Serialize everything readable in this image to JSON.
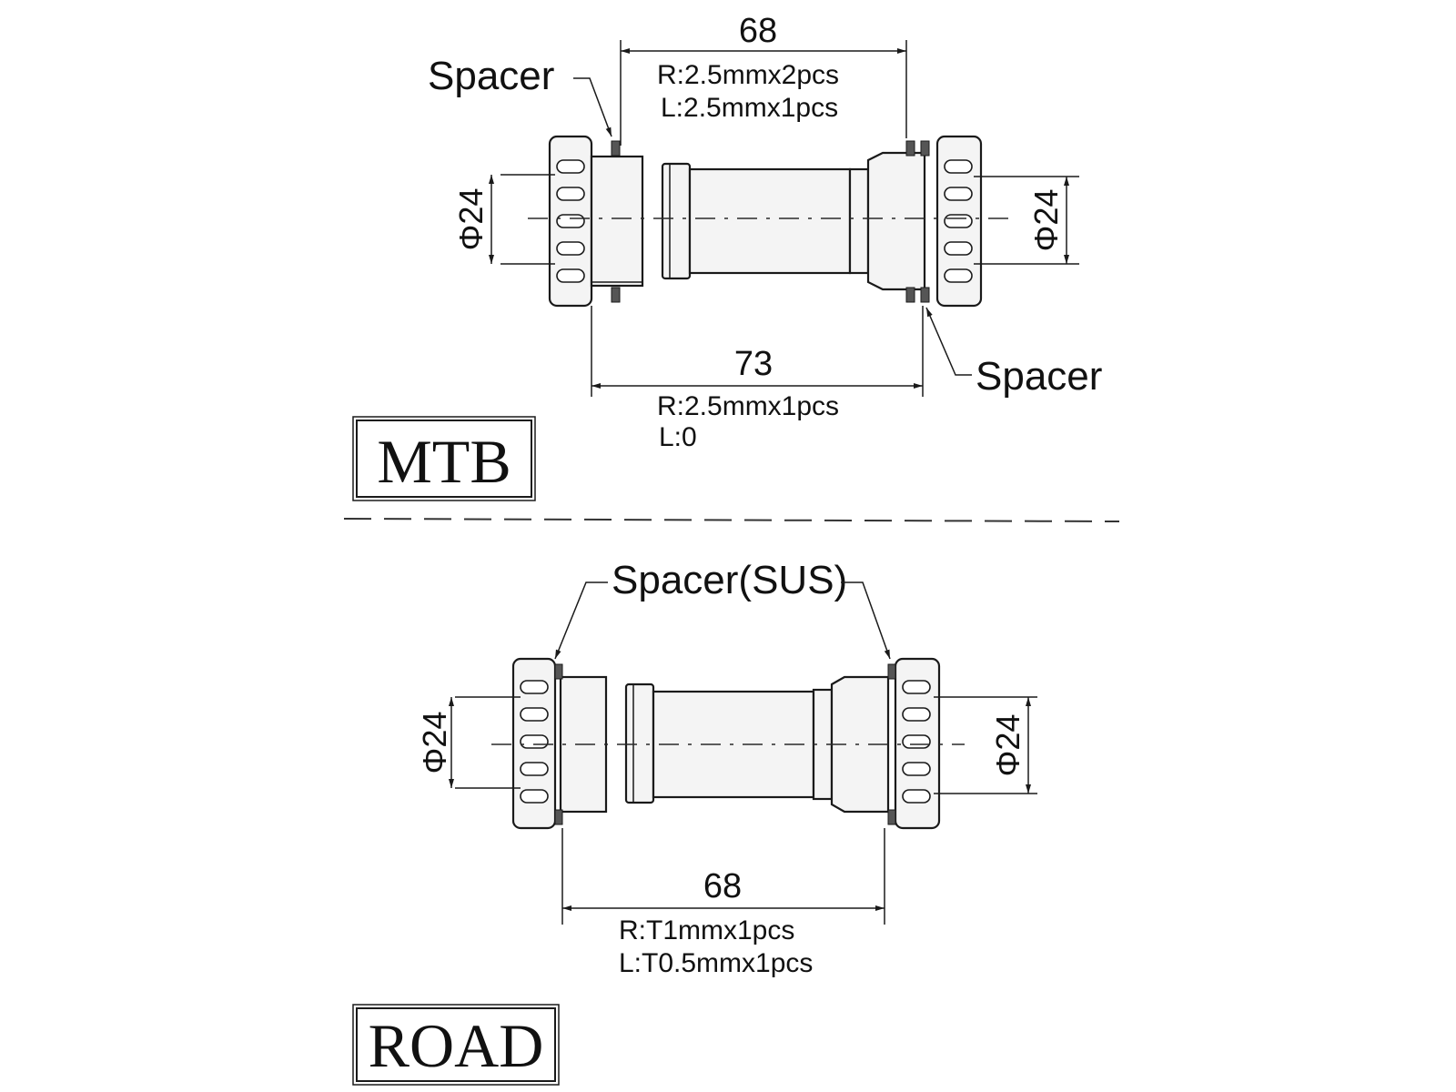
{
  "mtb": {
    "title": "MTB",
    "top_dim": "68",
    "top_note_r": "R:2.5mmx2pcs",
    "top_note_l": "L:2.5mmx1pcs",
    "bottom_dim": "73",
    "bottom_note_r": "R:2.5mmx1pcs",
    "bottom_note_l": "L:0",
    "spacer_left": "Spacer",
    "spacer_right": "Spacer",
    "dia_left": "Φ24",
    "dia_right": "Φ24"
  },
  "road": {
    "title": "ROAD",
    "spacer_label": "Spacer(SUS)",
    "dim": "68",
    "note_r": "R:T1mmx1pcs",
    "note_l": "L:T0.5mmx1pcs",
    "dia_left": "Φ24",
    "dia_right": "Φ24"
  }
}
